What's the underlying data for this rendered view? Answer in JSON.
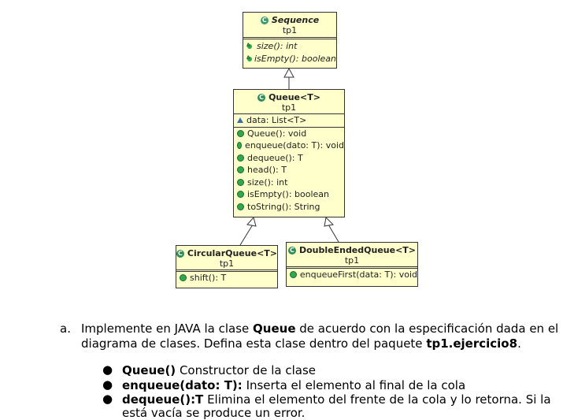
{
  "diagram": {
    "sequence": {
      "name": "Sequence",
      "package": "tp1",
      "methods": [
        "size(): int",
        "isEmpty(): boolean"
      ]
    },
    "queue": {
      "name": "Queue<T>",
      "package": "tp1",
      "attributes": [
        "data: List<T>"
      ],
      "methods": [
        "Queue(): void",
        "enqueue(dato: T): void",
        "dequeue(): T",
        "head(): T",
        "size(): int",
        "isEmpty(): boolean",
        "toString(): String"
      ]
    },
    "circular": {
      "name": "CircularQueue<T>",
      "package": "tp1",
      "methods": [
        "shift(): T"
      ]
    },
    "double_ended": {
      "name": "DoubleEndedQueue<T>",
      "package": "tp1",
      "methods": [
        "enqueueFirst(data: T): void"
      ]
    }
  },
  "exercise": {
    "marker": "a.",
    "line1_pre": "Implemente en JAVA la clase ",
    "line1_bold": "Queue",
    "line1_post": " de acuerdo con la especificación dada en el",
    "line2_pre": "diagrama de clases. Defina esta clase dentro del paquete ",
    "line2_bold": "tp1.ejercicio8",
    "line2_post": ".",
    "items": [
      {
        "bold": "Queue()",
        "text": " Constructor de la clase"
      },
      {
        "bold": "enqueue(dato: T):",
        "text": " Inserta el elemento al final de la cola"
      },
      {
        "bold": "dequeue():T",
        "text": " Elimina el elemento del frente de la cola y lo retorna. Si la"
      }
    ],
    "continuation": "está vacía se produce un error."
  }
}
